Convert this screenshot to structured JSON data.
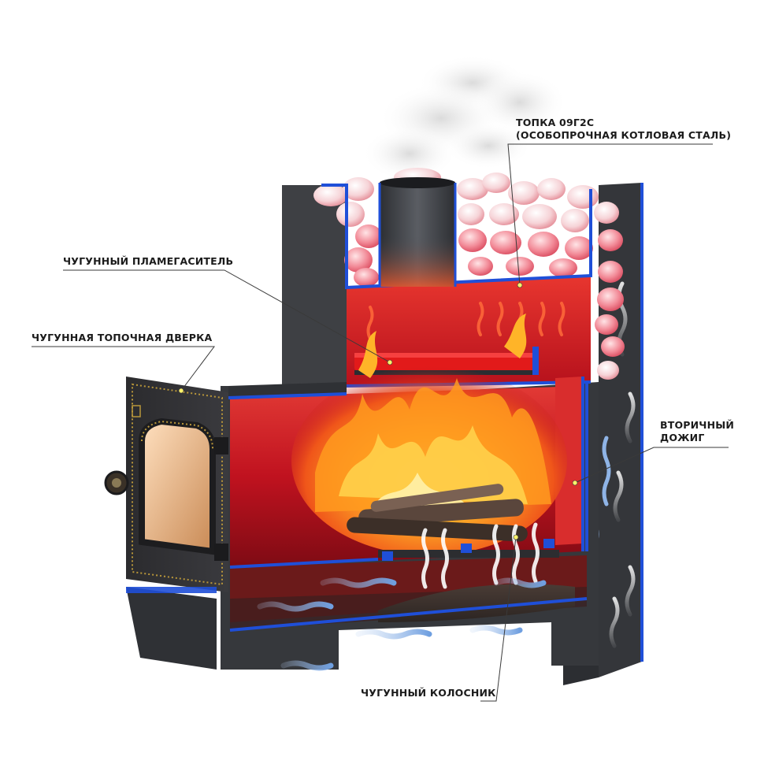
{
  "labels": {
    "firebox": {
      "line1": "ТОПКА 09Г2С",
      "line2": "(ОСОБОПРОЧНАЯ КОТЛОВАЯ СТАЛЬ)"
    },
    "flame_arrester": "ЧУГУННЫЙ ПЛАМЕГАСИТЕЛЬ",
    "furnace_door": "ЧУГУННАЯ ТОПОЧНАЯ ДВЕРКА",
    "secondary_burn": {
      "line1": "ВТОРИЧНЫЙ",
      "line2": "ДОЖИГ"
    },
    "grate": "ЧУГУННЫЙ КОЛОСНИК"
  },
  "colors": {
    "steel": "#3b3d41",
    "steel_dark": "#26282b",
    "edge_blue": "#1f4fd8",
    "interior_red": "#c8222a",
    "flame": "#ff8a1c",
    "stones": "#f4c9cf",
    "air_arrow": "#8fb4e6"
  }
}
